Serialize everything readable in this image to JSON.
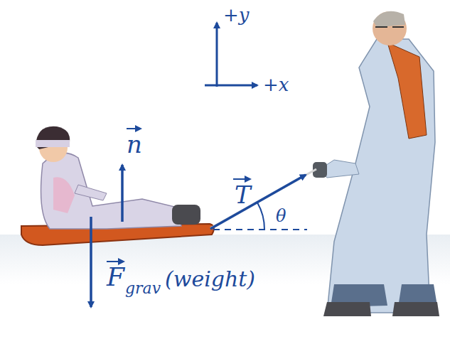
{
  "diagram": {
    "labels": [
      "+y",
      "+x",
      "n",
      "T",
      "θ",
      "F",
      "grav",
      "(weight)"
    ]
  }
}
